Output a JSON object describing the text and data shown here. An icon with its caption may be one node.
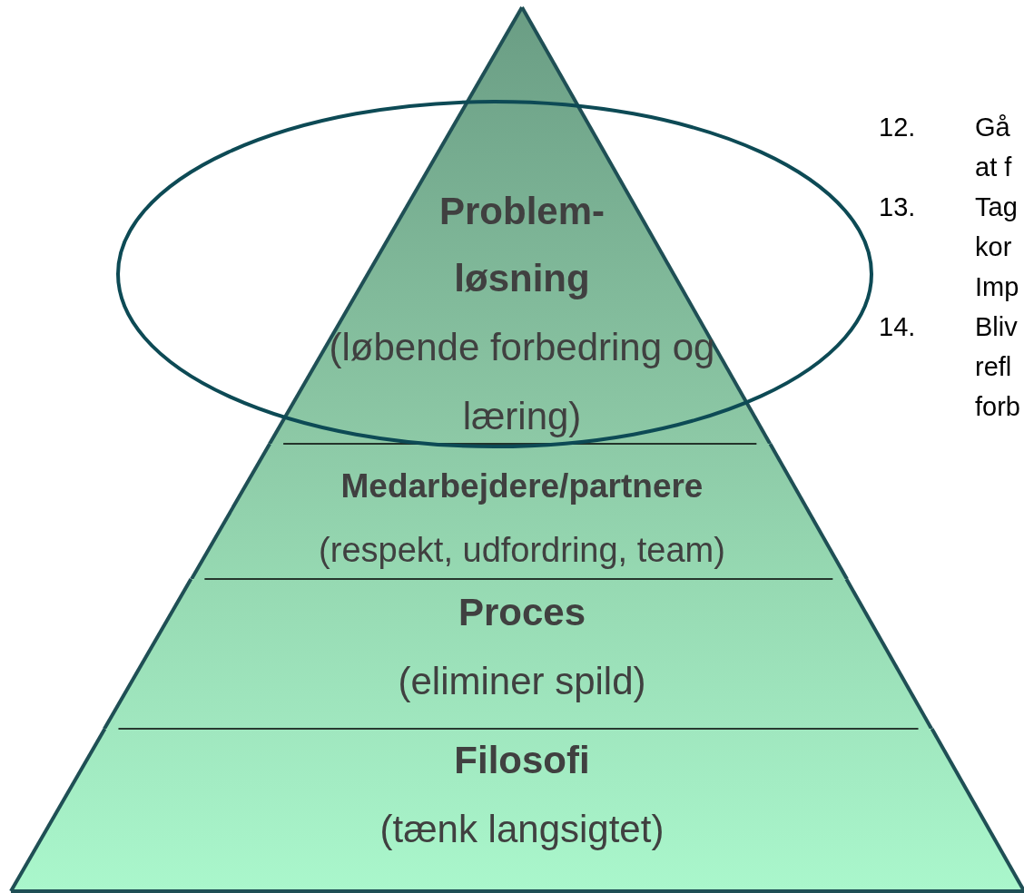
{
  "diagram": {
    "nodes": [
      {
        "text": [
          "Problem-løsning",
          "(løbende forbedring og læring)"
        ]
      },
      {
        "text": [
          "Medarbejdere/partnere",
          "(respekt, udfordring, team)"
        ]
      },
      {
        "text": [
          "Proces",
          "(eliminer spild)"
        ]
      },
      {
        "text": [
          "Filosofi",
          "(tænk langsigtet)"
        ]
      },
      {
        "text": [],
        "shape": "ellipse"
      }
    ],
    "edges": [],
    "labels": [
      "12.",
      "Gå at f",
      "13.",
      "Tag kor Imp",
      "14.",
      "Bliv refl forb"
    ]
  }
}
